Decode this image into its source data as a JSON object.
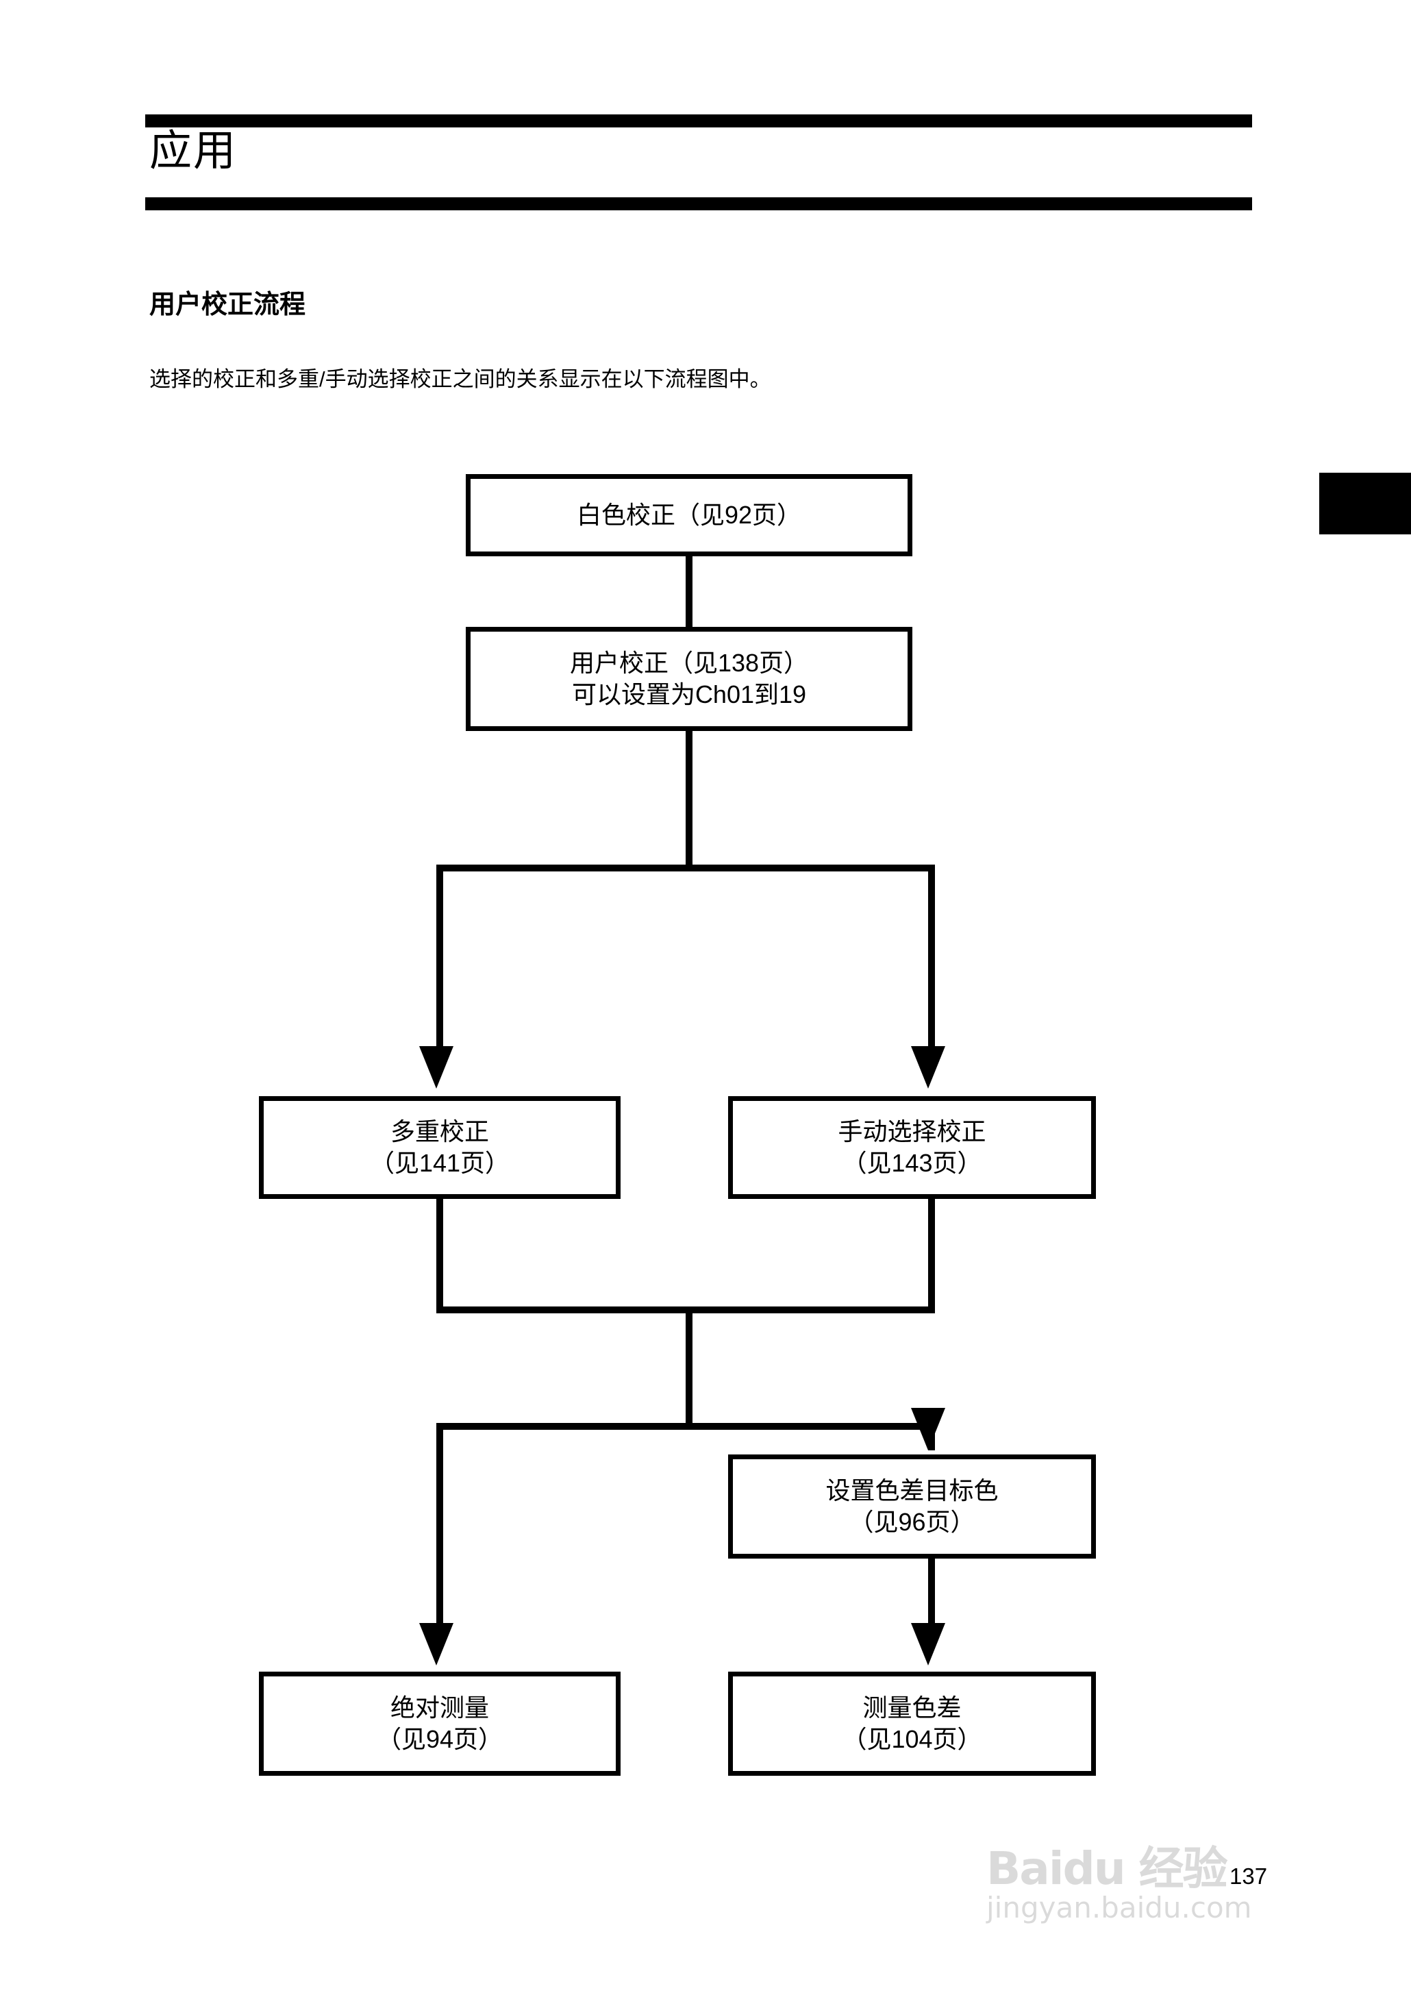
{
  "document": {
    "chapter_title": "应用",
    "section_heading": "用户校正流程",
    "intro_paragraph": "选择的校正和多重/手动选择校正之间的关系显示在以下流程图中。",
    "page_number": "137"
  },
  "watermark": {
    "brand": "Baidu 经验",
    "url": "jingyan.baidu.com"
  },
  "flowchart": {
    "nodes": [
      {
        "id": "white-calibration",
        "line1": "白色校正（见92页）",
        "line2": ""
      },
      {
        "id": "user-calibration",
        "line1": "用户校正（见138页）",
        "line2": "可以设置为Ch01到19"
      },
      {
        "id": "multi-calibration",
        "line1": "多重校正",
        "line2": "（见141页）"
      },
      {
        "id": "manual-select-calibration",
        "line1": "手动选择校正",
        "line2": "（见143页）"
      },
      {
        "id": "set-color-difference-target",
        "line1": "设置色差目标色",
        "line2": "（见96页）"
      },
      {
        "id": "absolute-measurement",
        "line1": "绝对测量",
        "line2": "（见94页）"
      },
      {
        "id": "measure-color-difference",
        "line1": "测量色差",
        "line2": "（见104页）"
      }
    ]
  },
  "colors": {
    "ink": "#000000",
    "page": "#ffffff"
  }
}
